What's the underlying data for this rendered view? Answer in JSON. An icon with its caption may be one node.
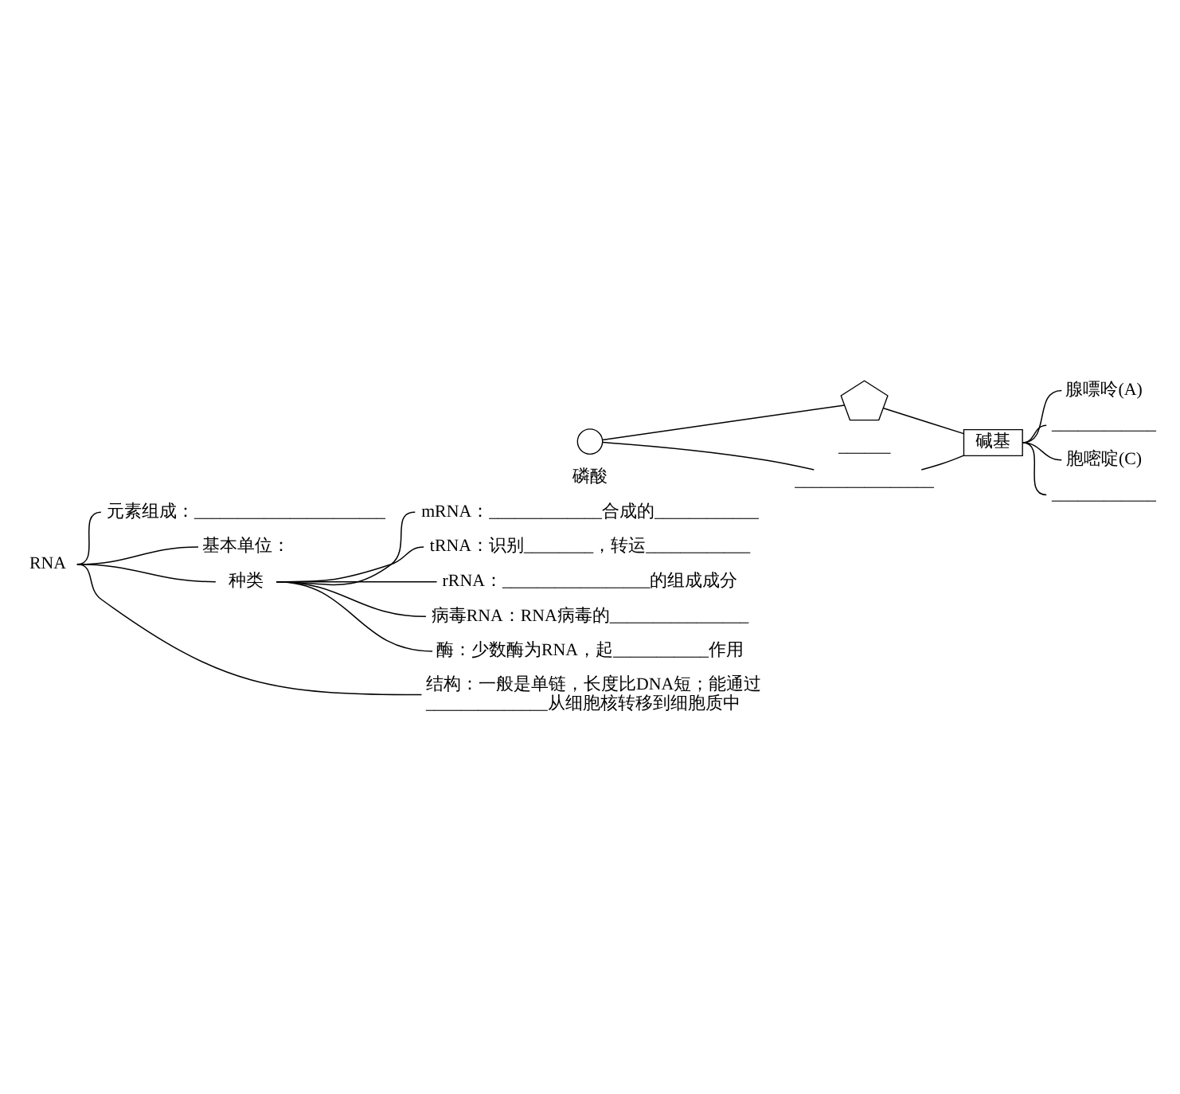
{
  "diagram": {
    "nodes": [
      {
        "text": [
          "RNA"
        ]
      },
      {
        "text": [
          "元素组成：______________________"
        ]
      },
      {
        "text": [
          "基本单位："
        ]
      },
      {
        "text": [],
        "shape": "circle",
        "beside": [
          "磷酸"
        ]
      },
      {
        "text": [],
        "shape": "pentagon",
        "beside": [
          "______"
        ]
      },
      {
        "text": [
          "碱基"
        ]
      },
      {
        "text": [
          "腺嘌呤(A)"
        ]
      },
      {
        "text": [
          "____________"
        ]
      },
      {
        "text": [
          "胞嘧啶(C)"
        ]
      },
      {
        "text": [
          "____________"
        ]
      },
      {
        "text": [
          "________________"
        ]
      },
      {
        "text": [
          "种类"
        ]
      },
      {
        "text": [
          "mRNA：_____________合成的____________"
        ]
      },
      {
        "text": [
          "tRNA：识别________，转运____________"
        ]
      },
      {
        "text": [
          "rRNA：_________________的组成成分"
        ]
      },
      {
        "text": [
          "病毒RNA：RNA病毒的________________"
        ]
      },
      {
        "text": [
          "酶：少数酶为RNA，起___________作用"
        ]
      },
      {
        "text": [
          "结构：一般是单链，长度比DNA短；能通过______________从细胞核转移到细胞质中"
        ]
      }
    ],
    "edges": [
      {
        "from": 0,
        "to": 1,
        "arrow": "none"
      },
      {
        "from": 0,
        "to": 2,
        "arrow": "none"
      },
      {
        "from": 0,
        "to": 11,
        "arrow": "none"
      },
      {
        "from": 0,
        "to": 17,
        "arrow": "none"
      },
      {
        "from": 3,
        "to": 4,
        "arrow": "none"
      },
      {
        "from": 4,
        "to": 5,
        "arrow": "none"
      },
      {
        "from": 5,
        "to": 6,
        "arrow": "none"
      },
      {
        "from": 5,
        "to": 7,
        "arrow": "none"
      },
      {
        "from": 5,
        "to": 8,
        "arrow": "none"
      },
      {
        "from": 5,
        "to": 9,
        "arrow": "none"
      },
      {
        "from": 3,
        "to": 10,
        "arrow": "none"
      },
      {
        "from": 5,
        "to": 10,
        "arrow": "none"
      },
      {
        "from": 11,
        "to": 12,
        "arrow": "none"
      },
      {
        "from": 11,
        "to": 13,
        "arrow": "none"
      },
      {
        "from": 11,
        "to": 14,
        "arrow": "none"
      },
      {
        "from": 11,
        "to": 15,
        "arrow": "none"
      },
      {
        "from": 11,
        "to": 16,
        "arrow": "none"
      }
    ]
  }
}
